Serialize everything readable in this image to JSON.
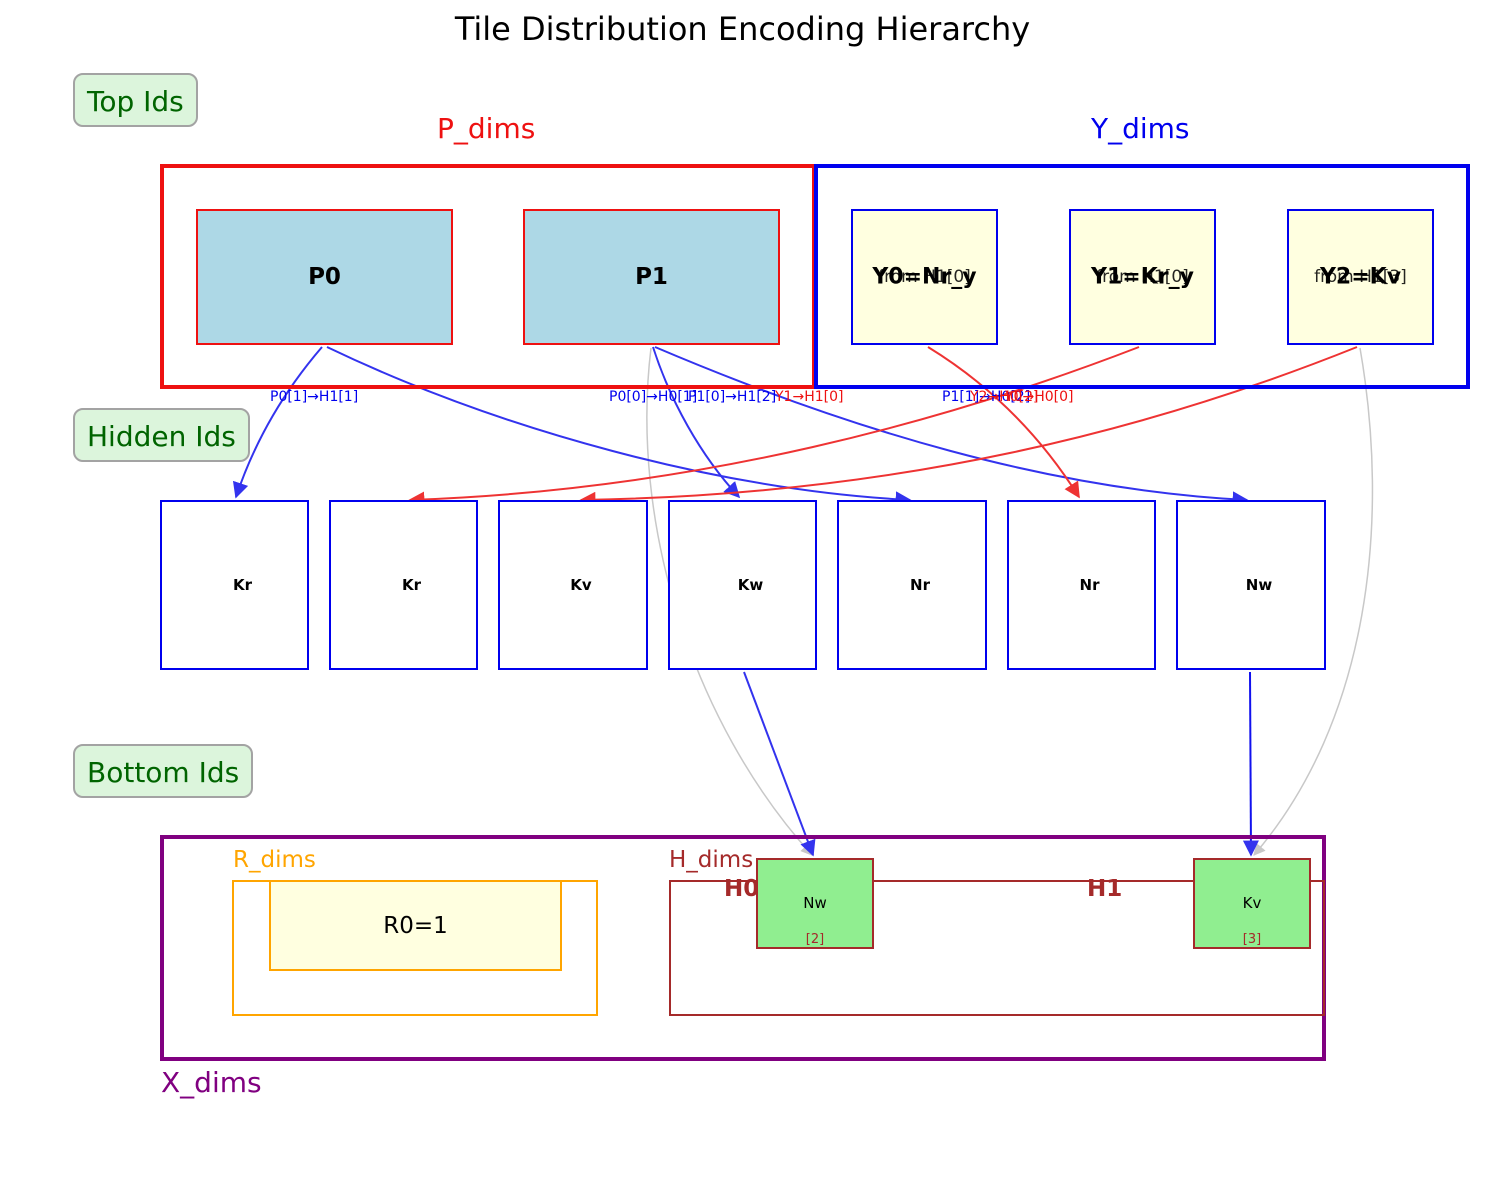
{
  "title": "Tile Distribution Encoding Hierarchy",
  "levels": {
    "top": "Top Ids",
    "hidden": "Hidden Ids",
    "bottom": "Bottom Ids"
  },
  "groups": {
    "p_dims": "P_dims",
    "y_dims": "Y_dims",
    "x_dims": "X_dims",
    "r_dims": "R_dims",
    "h_dims": "H_dims"
  },
  "p_nodes": [
    "P0",
    "P1"
  ],
  "y_nodes": [
    {
      "label": "Y0=Nr_y",
      "sub": "from H1[0]"
    },
    {
      "label": "Y1=Kr_y",
      "sub": "from H1[0]"
    },
    {
      "label": "Y2=Kv",
      "sub": "from H1[3]"
    }
  ],
  "hidden_nodes": [
    "Kr",
    "Kr",
    "Kv",
    "Kw",
    "Nr",
    "Nr",
    "Nw"
  ],
  "edge_labels": [
    {
      "text": "P0[1]→H1[1]",
      "color": "#0000ee"
    },
    {
      "text": "P0[0]→H0[1]",
      "color": "#0000ee"
    },
    {
      "text": "P1[0]→H1[2]",
      "color": "#0000ee"
    },
    {
      "text": "Y1→H1[0]",
      "color": "#ee1111"
    },
    {
      "text": "P1[1]→H0[2]",
      "color": "#0000ee"
    },
    {
      "text": "Y2→H0[2]",
      "color": "#ee1111"
    },
    {
      "text": "Y0→H0[0]",
      "color": "#ee1111"
    }
  ],
  "r_node": "R0=1",
  "h_groups": [
    "H0",
    "H1"
  ],
  "bottom_nodes": [
    {
      "name": "Nw",
      "index": "[2]"
    },
    {
      "name": "Kv",
      "index": "[3]"
    }
  ],
  "colors": {
    "p_border": "#ee1111",
    "y_border": "#0000ee",
    "x_border": "#800080",
    "r_border": "#ffa500",
    "h_border": "#a52a2a",
    "blue_edge": "#3333ee",
    "red_edge": "#ee3333",
    "gray_edge": "#c8c8c8"
  }
}
